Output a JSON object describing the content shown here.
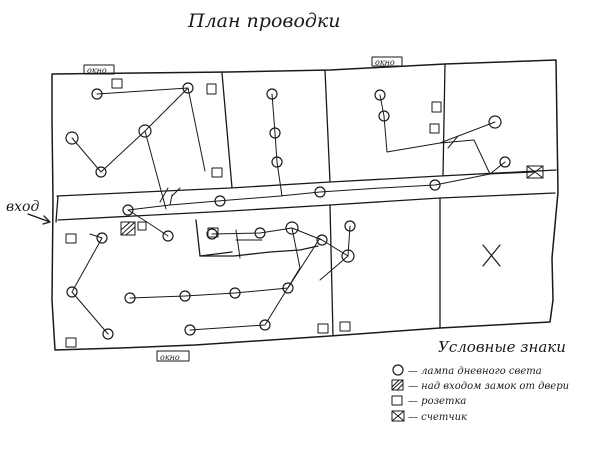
{
  "title": "План проводки",
  "labels": {
    "window_top_left": "окно",
    "window_top_right": "окно",
    "window_bottom": "окно",
    "entrance": "вход"
  },
  "legend": {
    "heading": "Условные знаки",
    "items": [
      {
        "text": "— лампа дневного света"
      },
      {
        "text": "— над входом замок от двери"
      },
      {
        "text": "— розетка"
      },
      {
        "text": "— счетчик"
      }
    ]
  },
  "colors": {
    "ink": "#1a1a1a",
    "paper": "#ffffff"
  }
}
